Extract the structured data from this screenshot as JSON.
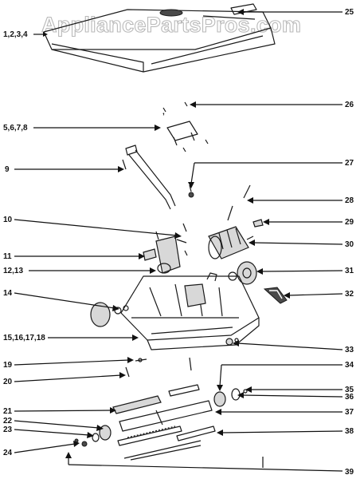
{
  "watermark": "AppliancePartsPros.com",
  "callouts": {
    "c1": "1,2,3,4",
    "c5": "5,6,7,8",
    "c9": "9",
    "c10": "10",
    "c11": "11",
    "c12": "12,13",
    "c14": "14",
    "c15": "15,16,17,18",
    "c19": "19",
    "c20": "20",
    "c21": "21",
    "c22": "22",
    "c23": "23",
    "c24": "24",
    "c25": "25",
    "c26": "26",
    "c27": "27",
    "c28": "28",
    "c29": "29",
    "c30": "30",
    "c31": "31",
    "c32": "32",
    "c33": "33",
    "c34": "34",
    "c35": "35",
    "c36": "36",
    "c37": "37",
    "c38": "38",
    "c39": "39"
  }
}
